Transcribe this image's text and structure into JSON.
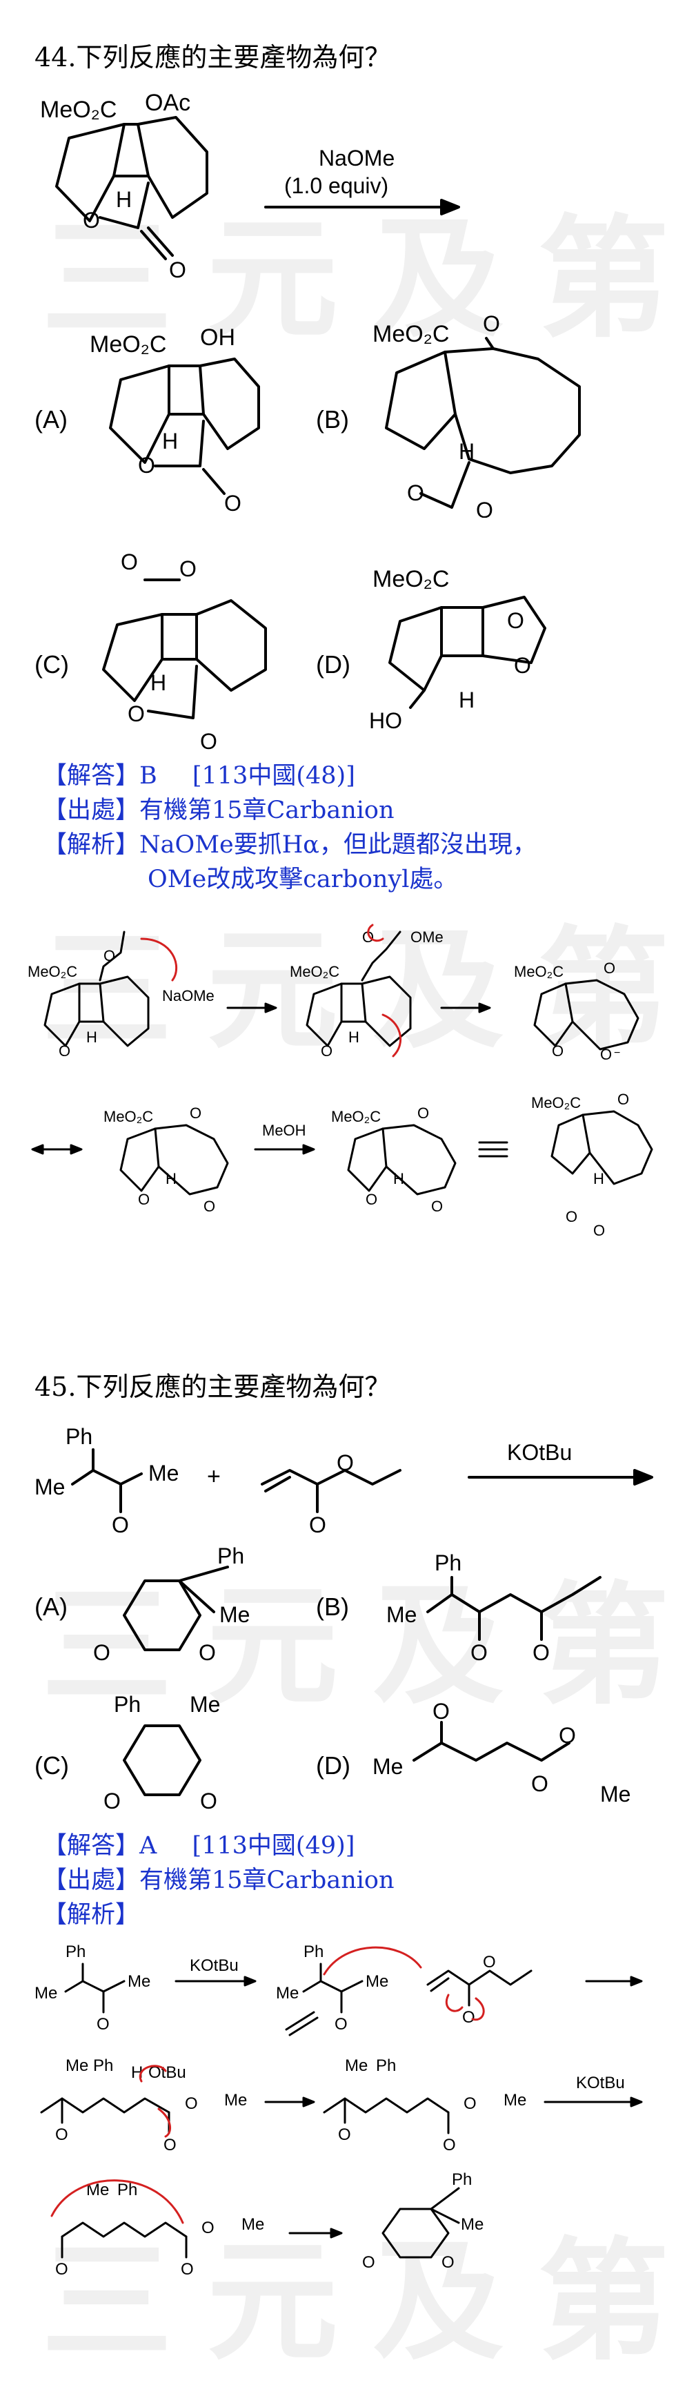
{
  "watermark": "三元及第",
  "q44": {
    "title": "44.下列反應的主要產物為何？",
    "reagent": "NaOMe",
    "equiv": "(1.0 equiv)",
    "labels": {
      "MeO2C": "MeO₂C",
      "OAc": "OAc",
      "OH": "OH",
      "H": "H",
      "O": "O",
      "HO": "HO"
    },
    "options": {
      "A": "(A)",
      "B": "(B)",
      "C": "(C)",
      "D": "(D)"
    },
    "answer": {
      "tag": "【解答】",
      "value": "B",
      "source_ref": "[113中國(48)]"
    },
    "origin": {
      "tag": "【出處】",
      "value": "有機第15章Carbanion"
    },
    "analysis": {
      "tag": "【解析】",
      "line1": "NaOMe要抓Hα，但此題都沒出現，",
      "line2": "OMe改成攻擊carbonyl處。"
    },
    "mech_labels": {
      "NaOMe": "NaOMe",
      "MeOH": "MeOH",
      "OMe": "OMe",
      "minus": "−"
    }
  },
  "q45": {
    "title": "45.下列反應的主要產物為何？",
    "reagent": "KOtBu",
    "labels": {
      "Ph": "Ph",
      "Me": "Me",
      "O": "O",
      "plus": "+",
      "H": "H",
      "OtBu": "OtBu"
    },
    "options": {
      "A": "(A)",
      "B": "(B)",
      "C": "(C)",
      "D": "(D)"
    },
    "answer": {
      "tag": "【解答】",
      "value": "A",
      "source_ref": "[113中國(49)]"
    },
    "origin": {
      "tag": "【出處】",
      "value": "有機第15章Carbanion"
    },
    "analysis": {
      "tag": "【解析】"
    }
  },
  "colors": {
    "answer_blue": "#1a33cc",
    "arrow_red": "#d42020",
    "watermark": "#f0f0f0"
  }
}
